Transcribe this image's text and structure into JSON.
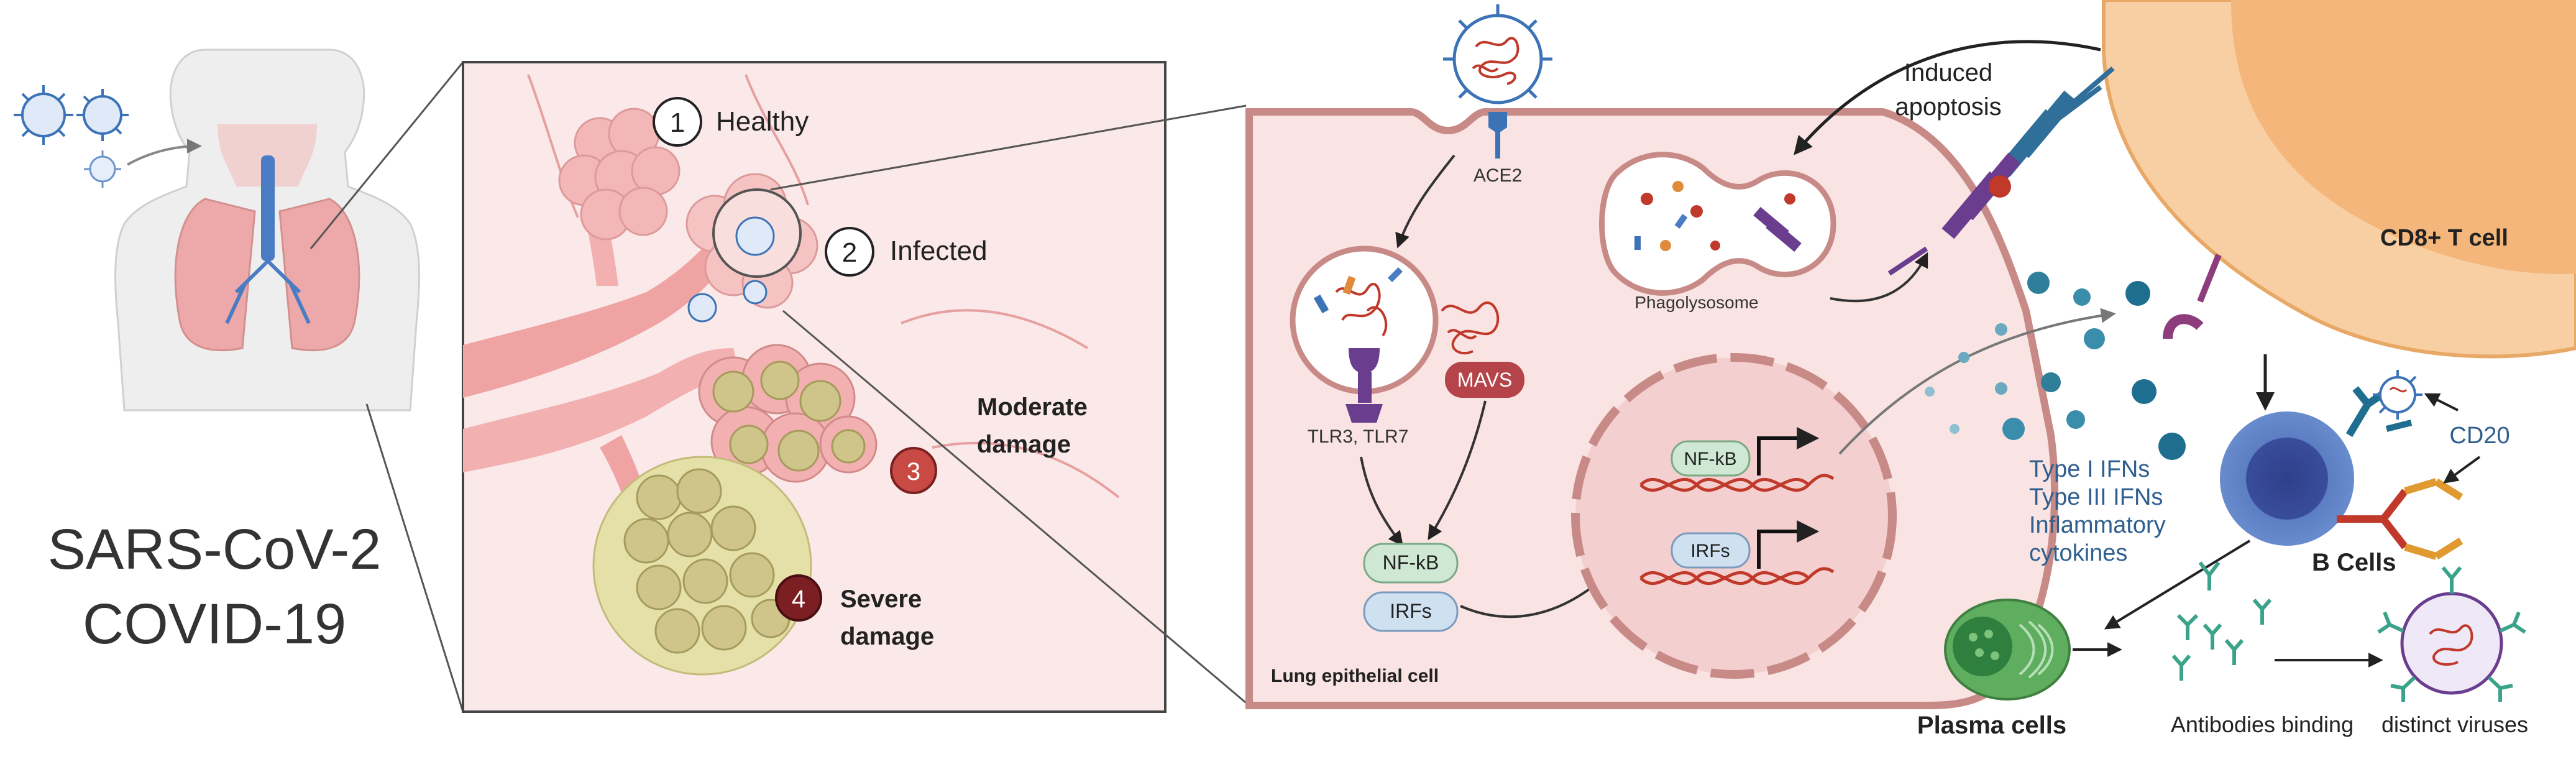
{
  "panel_left": {
    "title_line1": "SARS-CoV-2",
    "title_line2": "COVID-19"
  },
  "lung_panel": {
    "stage1_num": "1",
    "stage1_label": "Healthy",
    "stage2_num": "2",
    "stage2_label": "Infected",
    "stage3_num": "3",
    "stage3_label_line1": "Moderate",
    "stage3_label_line2": "damage",
    "stage4_num": "4",
    "stage4_label_line1": "Severe",
    "stage4_label_line2": "damage"
  },
  "cell_panel": {
    "ace2_label": "ACE2",
    "tlr_label": "TLR3, TLR7",
    "mavs_label": "MAVS",
    "nfkb_label": "NF-kB",
    "irfs_label": "IRFs",
    "nucleus_nfkb_label": "NF-kB",
    "nucleus_irfs_label": "IRFs",
    "phagolysosome_label": "Phagolysosome",
    "cell_label": "Lung epithelial cell"
  },
  "immune_panel": {
    "apoptosis_line1": "Induced",
    "apoptosis_line2": "apoptosis",
    "tcell_label": "CD8+ T cell",
    "ifn_line1": "Type I IFNs",
    "ifn_line2": "Type III IFNs",
    "ifn_line3": "Inflammatory",
    "ifn_line4": "cytokines",
    "cd20_label": "CD20",
    "bcell_label": "B Cells",
    "plasma_label": "Plasma cells",
    "antibodies_label": "Antibodies binding",
    "viruses_label": "distinct viruses"
  },
  "colors": {
    "virus_blue": "#3c73b6",
    "tissue_pink": "#f2b3b3",
    "alveoli_pink": "#f7c5c5",
    "damage_red": "#c0392b",
    "severe_red": "#7b1f23",
    "cell_fill": "#f9e3e3",
    "cell_border": "#c88a86",
    "tcell_orange": "#f6c596",
    "bcell_blue": "#4a6fb3",
    "plasma_green": "#4b9b4b",
    "ifn_text_blue": "#2f5f8f",
    "dna_red": "#c0392b",
    "node_green": "#cfe8d3",
    "node_blue": "#cfe0f0",
    "mavs_red": "#b5434a"
  }
}
